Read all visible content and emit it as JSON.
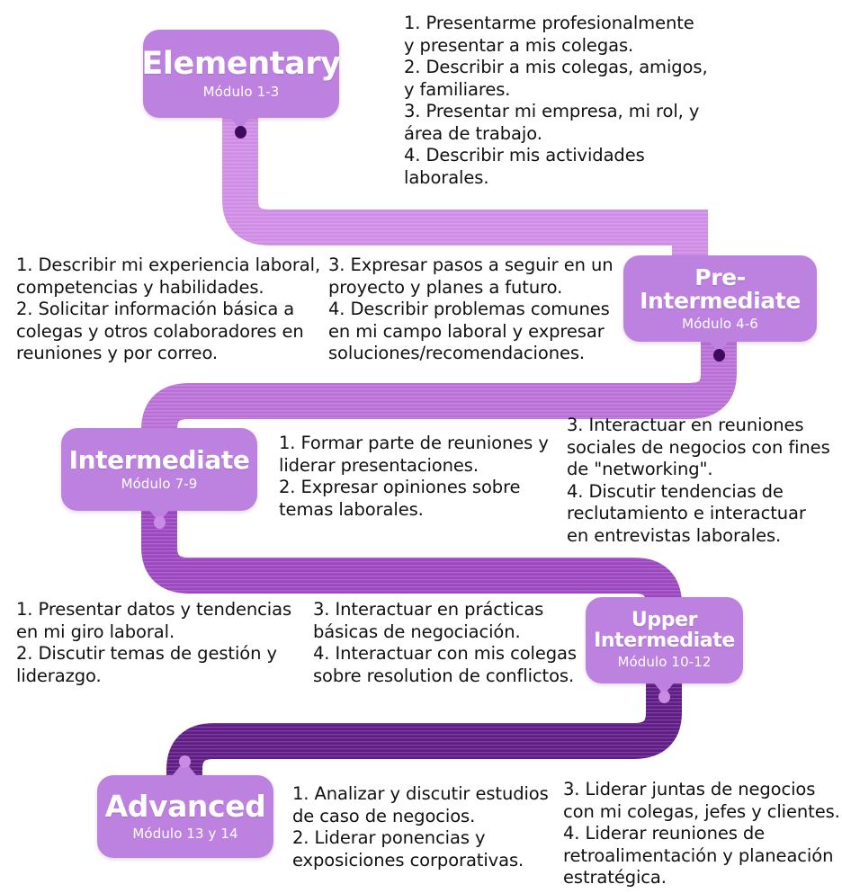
{
  "diagram": {
    "title": "English level progression roadmap",
    "colors": {
      "box_fill": "#bd82e0",
      "box_text": "#ffffff",
      "ribbon_1": "#cf8ce4",
      "ribbon_2": "#b96fd6",
      "ribbon_3": "#9c47c0",
      "ribbon_4": "#7b2fa3",
      "ribbon_5": "#5f1b86",
      "dot_dark": "#3d0a5e",
      "dot_light": "#c98ce3",
      "body_text": "#111111",
      "background": "#ffffff"
    }
  },
  "levels": [
    {
      "id": "elementary",
      "name": "Elementary",
      "module": "Módulo 1-3",
      "title_size": 35
    },
    {
      "id": "pre-intermediate",
      "name": "Pre-Intermediate",
      "module": "Módulo 4-6",
      "title_size": 25
    },
    {
      "id": "intermediate",
      "name": "Intermediate",
      "module": "Módulo 7-9",
      "title_size": 28
    },
    {
      "id": "upper-intermediate",
      "name": "Upper\nIntermediate",
      "module": "Módulo 10-12",
      "title_size": 22
    },
    {
      "id": "advanced",
      "name": "Advanced",
      "module": "Módulo 13 y 14",
      "title_size": 33
    }
  ],
  "objectives": {
    "elementary_right": "1. Presentarme profesionalmente\ny presentar a mis colegas.\n2. Describir a mis colegas, amigos,\ny familiares.\n3. Presentar mi empresa, mi rol, y\nárea de trabajo.\n4. Describir mis actividades\nlaborales.",
    "pre_intermediate_left": "1. Describir mi experiencia laboral,\ncompetencias y habilidades.\n2. Solicitar información básica a\ncolegas y otros colaboradores en\nreuniones y por correo.",
    "pre_intermediate_mid": "3. Expresar pasos a seguir en un\nproyecto y planes a futuro.\n4. Describir problemas comunes\nen mi campo laboral y expresar\nsoluciones/recomendaciones.",
    "intermediate_mid": "1. Formar parte de reuniones y\nliderar presentaciones.\n2. Expresar opiniones sobre\ntemas laborales.",
    "intermediate_right": "3. Interactuar en reuniones\nsociales de negocios con fines\nde \"networking\".\n4. Discutir tendencias de\nreclutamiento e interactuar\nen entrevistas laborales.",
    "upper_left": "1. Presentar datos y tendencias\nen mi giro laboral.\n2. Discutir temas de gestión y\nliderazgo.",
    "upper_mid": "3. Interactuar en prácticas\nbásicas de negociación.\n4. Interactuar con mis colegas\nsobre resolution de conflictos.",
    "advanced_mid": "1. Analizar y discutir estudios\nde caso de negocios.\n2. Liderar ponencias y\nexposiciones corporativas.",
    "advanced_right": "3. Liderar juntas de negocios\ncon mi colegas, jefes y clientes.\n4. Liderar reuniones de\nretroalimentación y planeación\nestratégica."
  }
}
